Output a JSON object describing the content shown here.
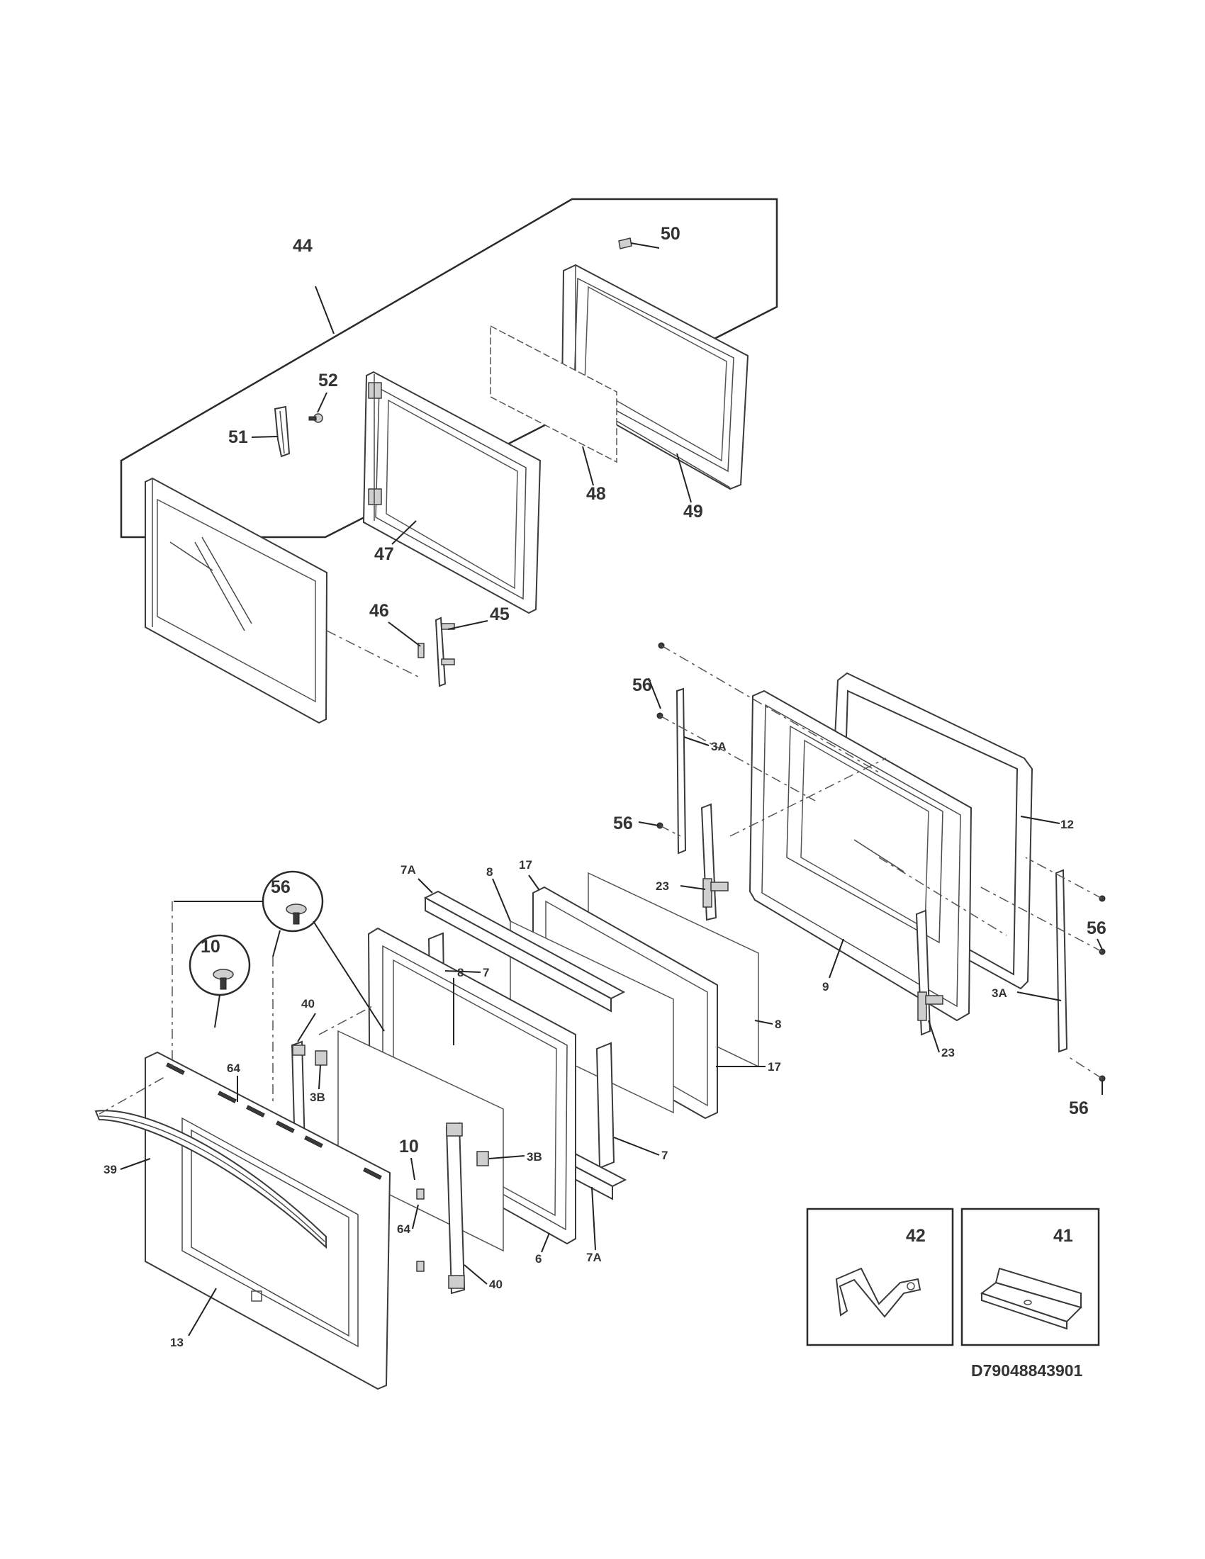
{
  "diagram": {
    "code": "D79048843901",
    "callouts": {
      "c44": "44",
      "c50": "50",
      "c52": "52",
      "c51": "51",
      "c48": "48",
      "c49": "49",
      "c47": "47",
      "c46": "46",
      "c45": "45",
      "c56a": "56",
      "c3Aa": "3A",
      "c56b": "56",
      "c12": "12",
      "c7Aa": "7A",
      "c8a": "8",
      "c17a": "17",
      "c23a": "23",
      "c56c": "56",
      "c7a": "7",
      "c9": "9",
      "c56d": "56",
      "c3Ab": "3A",
      "c10a": "10",
      "c40a": "40",
      "c64a": "64",
      "c8b": "8",
      "c8c": "8",
      "c17b": "17",
      "c23b": "23",
      "c3Ba": "3B",
      "c56e": "56",
      "c39": "39",
      "c10b": "10",
      "c3Bb": "3B",
      "c7b": "7",
      "c64b": "64",
      "c7Ab": "7A",
      "c6": "6",
      "c40b": "40",
      "c13": "13",
      "c42": "42",
      "c41": "41"
    }
  }
}
